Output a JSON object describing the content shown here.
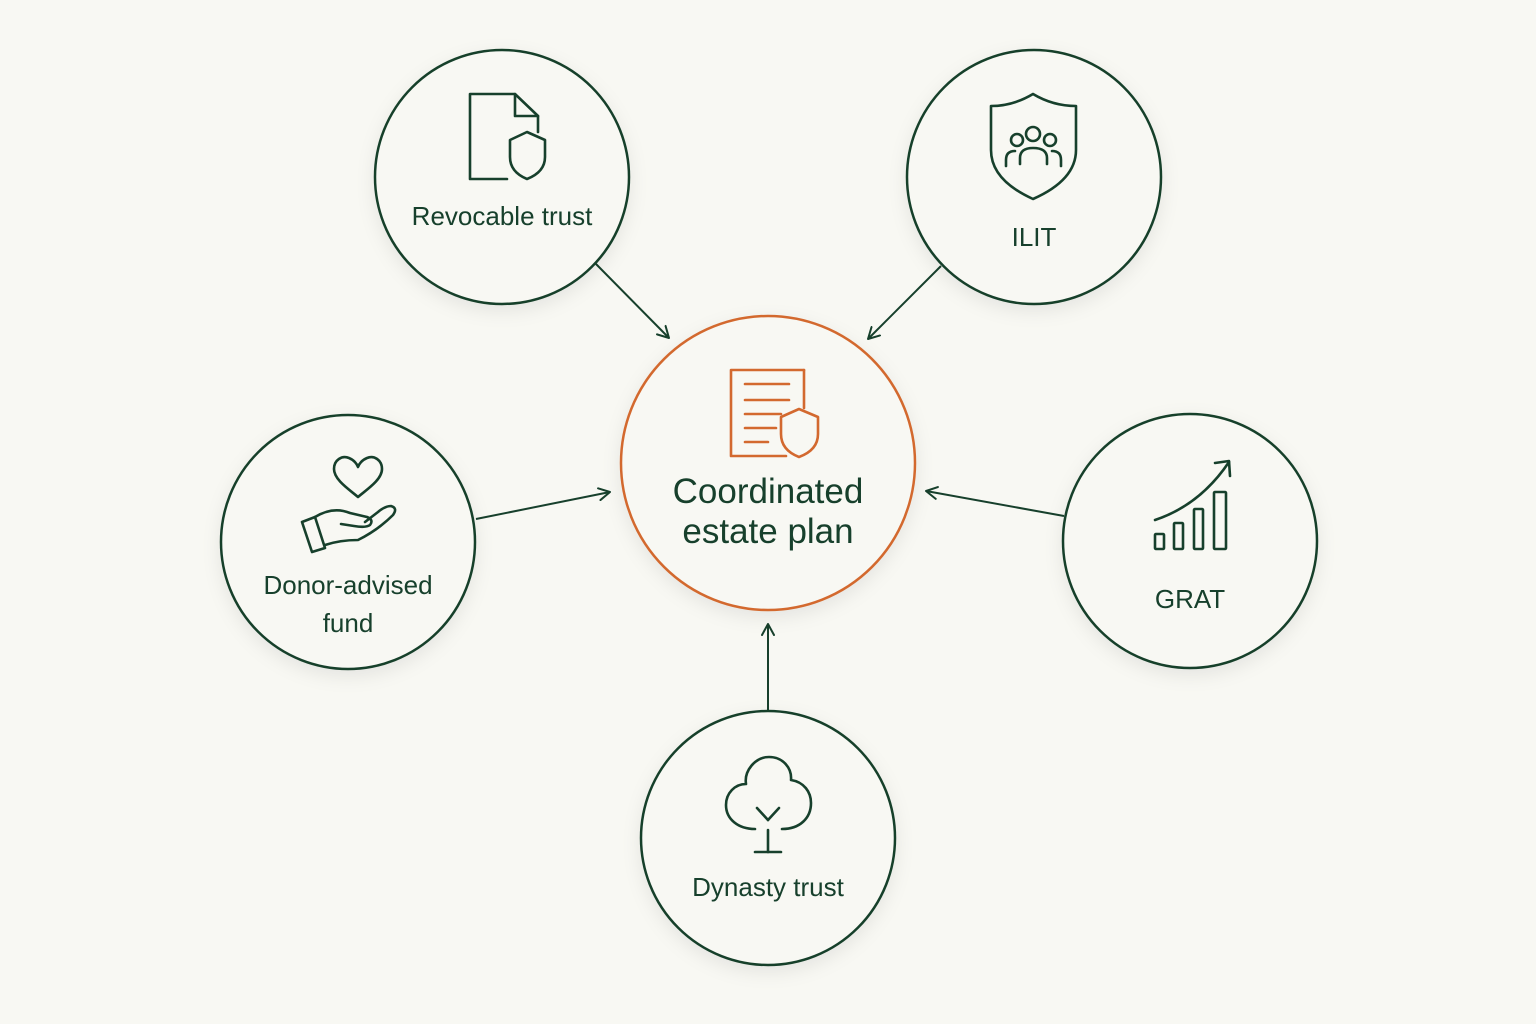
{
  "center": {
    "label_line1": "Coordinated",
    "label_line2": "estate plan",
    "icon": "document-shield-icon"
  },
  "nodes": [
    {
      "id": "revocable",
      "label": "Revocable trust",
      "icon": "document-shield-icon"
    },
    {
      "id": "ilit",
      "label": "ILIT",
      "icon": "shield-people-icon"
    },
    {
      "id": "daf",
      "label_line1": "Donor-advised",
      "label_line2": "fund",
      "icon": "hand-heart-icon"
    },
    {
      "id": "grat",
      "label": "GRAT",
      "icon": "growth-chart-icon"
    },
    {
      "id": "dynasty",
      "label": "Dynasty trust",
      "icon": "tree-icon"
    }
  ],
  "colors": {
    "accent": "#d3692f",
    "primary": "#17402c",
    "background": "#f8f8f3"
  }
}
